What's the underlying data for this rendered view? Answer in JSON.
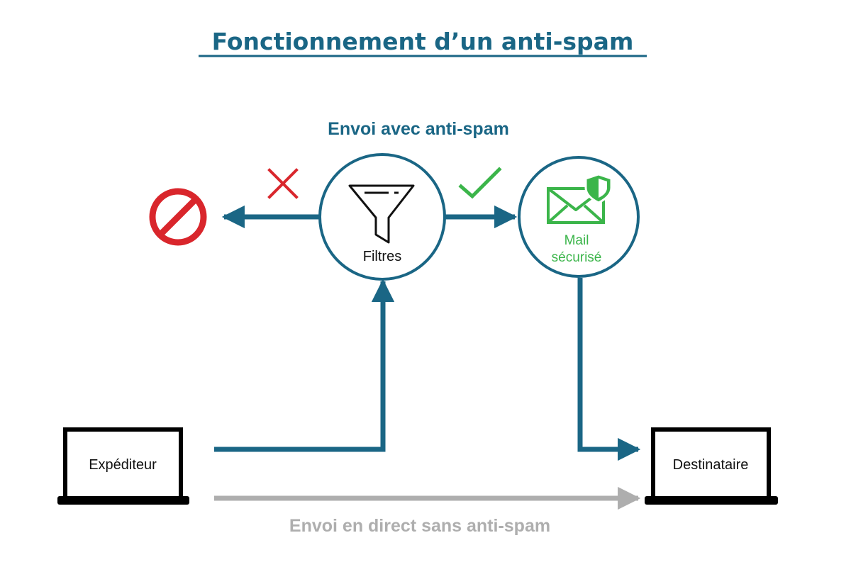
{
  "title": "Fonctionnement d’un anti-spam",
  "top_label": "Envoi avec anti-spam",
  "bottom_label": "Envoi en direct sans anti-spam",
  "nodes": {
    "filter": {
      "label": "Filtres",
      "icon": "funnel-icon"
    },
    "secure_mail": {
      "label_line1": "Mail",
      "label_line2": "sécurisé",
      "icon": "shield-envelope-icon"
    },
    "blocked": {
      "icon": "prohibited-icon"
    },
    "sender": {
      "label": "Expéditeur",
      "icon": "laptop-icon"
    },
    "recipient": {
      "label": "Destinataire",
      "icon": "laptop-icon"
    }
  },
  "marks": {
    "rejected": "cross-icon",
    "accepted": "check-icon"
  },
  "colors": {
    "primary": "#1a6685",
    "reject": "#d9262c",
    "accept": "#3bb54a",
    "direct": "#aeaeae",
    "outline": "#000000"
  }
}
